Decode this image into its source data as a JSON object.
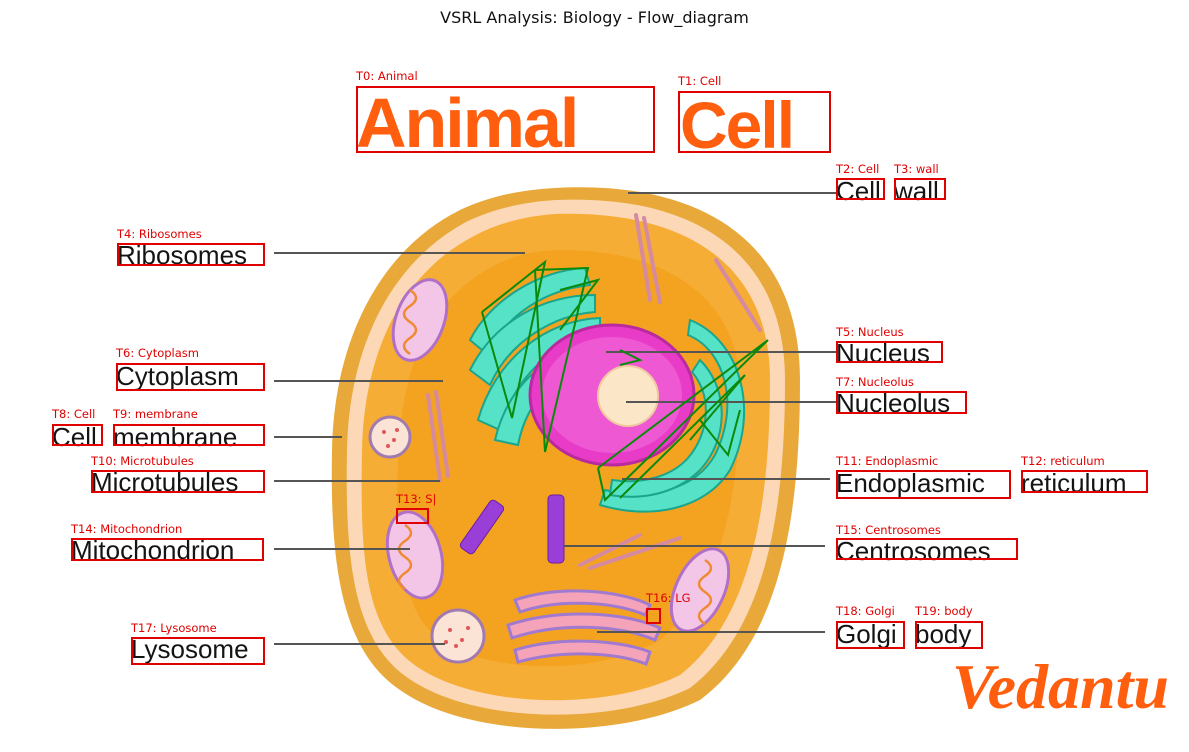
{
  "figure_title": "VSRL Analysis: Biology - Flow_diagram",
  "heading": {
    "word1": "Animal",
    "word2": "Cell"
  },
  "labels": {
    "cell_wall": [
      "Cell",
      "wall"
    ],
    "ribosomes": "Ribosomes",
    "nucleus": "Nucleus",
    "cytoplasm": "Cytoplasm",
    "nucleolus": "Nucleolus",
    "cell_membrane": [
      "Cell",
      "membrane"
    ],
    "microtubules": "Microtubules",
    "endoplasmic_reticulum": [
      "Endoplasmic",
      "reticulum"
    ],
    "mitochondrion": "Mitochondrion",
    "centrosomes": "Centrosomes",
    "lysosome": "Lysosome",
    "golgi_body": [
      "Golgi",
      "body"
    ]
  },
  "detections": [
    "T0: Animal",
    "T1: Cell",
    "T2: Cell",
    "T3: wall",
    "T4: Ribosomes",
    "T5: Nucleus",
    "T6: Cytoplasm",
    "T7: Nucleolus",
    "T8: Cell",
    "T9: membrane",
    "T10: Microtubules",
    "T11: Endoplasmic",
    "T12: reticulum",
    "T13: S|",
    "T14: Mitochondrion",
    "T15: Centrosomes",
    "T16: LG",
    "T17: Lysosome",
    "T18: Golgi",
    "T19: body"
  ],
  "logo_text": "Vedantu",
  "colors": {
    "accent": "#ff5e0e",
    "detection_box": "#e00000",
    "relation_line": "#008000",
    "cytoplasm": "#f4a21c",
    "nucleus": "#e83cc8",
    "er": "#4ee0c8"
  }
}
